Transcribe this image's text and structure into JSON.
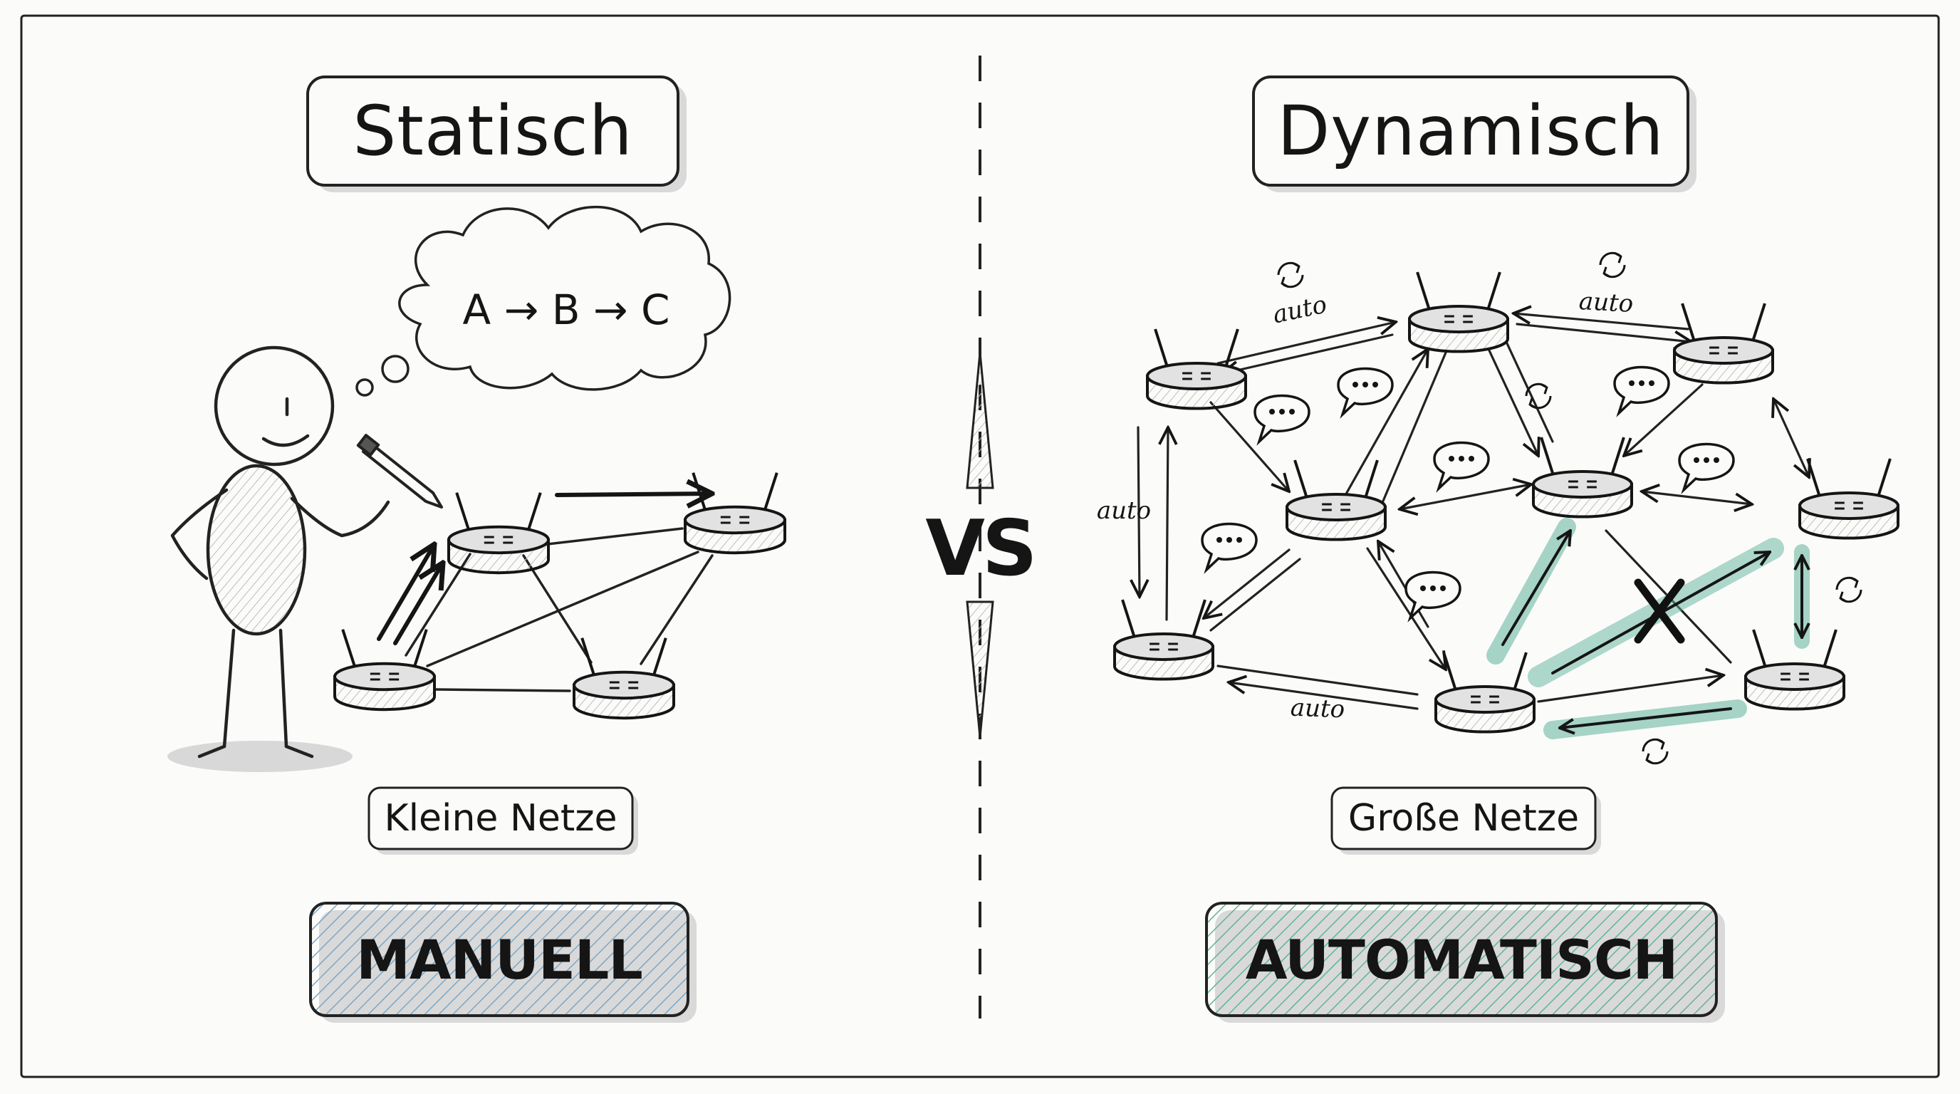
{
  "left": {
    "title": "Statisch",
    "thought": "A → B → C",
    "subtitle": "Kleine Netze",
    "mode": "MANUELL"
  },
  "center": {
    "vs": "VS"
  },
  "right": {
    "title": "Dynamisch",
    "subtitle": "Große Netze",
    "mode": "AUTOMATISCH",
    "auto_label": "auto"
  },
  "colors": {
    "ink": "#151515",
    "blue_hatch": "#7aa7c7",
    "green_hatch": "#5fb39a",
    "router_fill": "#e2e2e2",
    "shadow": "#d4d4d4"
  },
  "icons": [
    "router-icon",
    "speech-bubble-icon",
    "refresh-icon",
    "failure-x-icon",
    "stick-figure",
    "pen-icon",
    "thought-cloud"
  ]
}
